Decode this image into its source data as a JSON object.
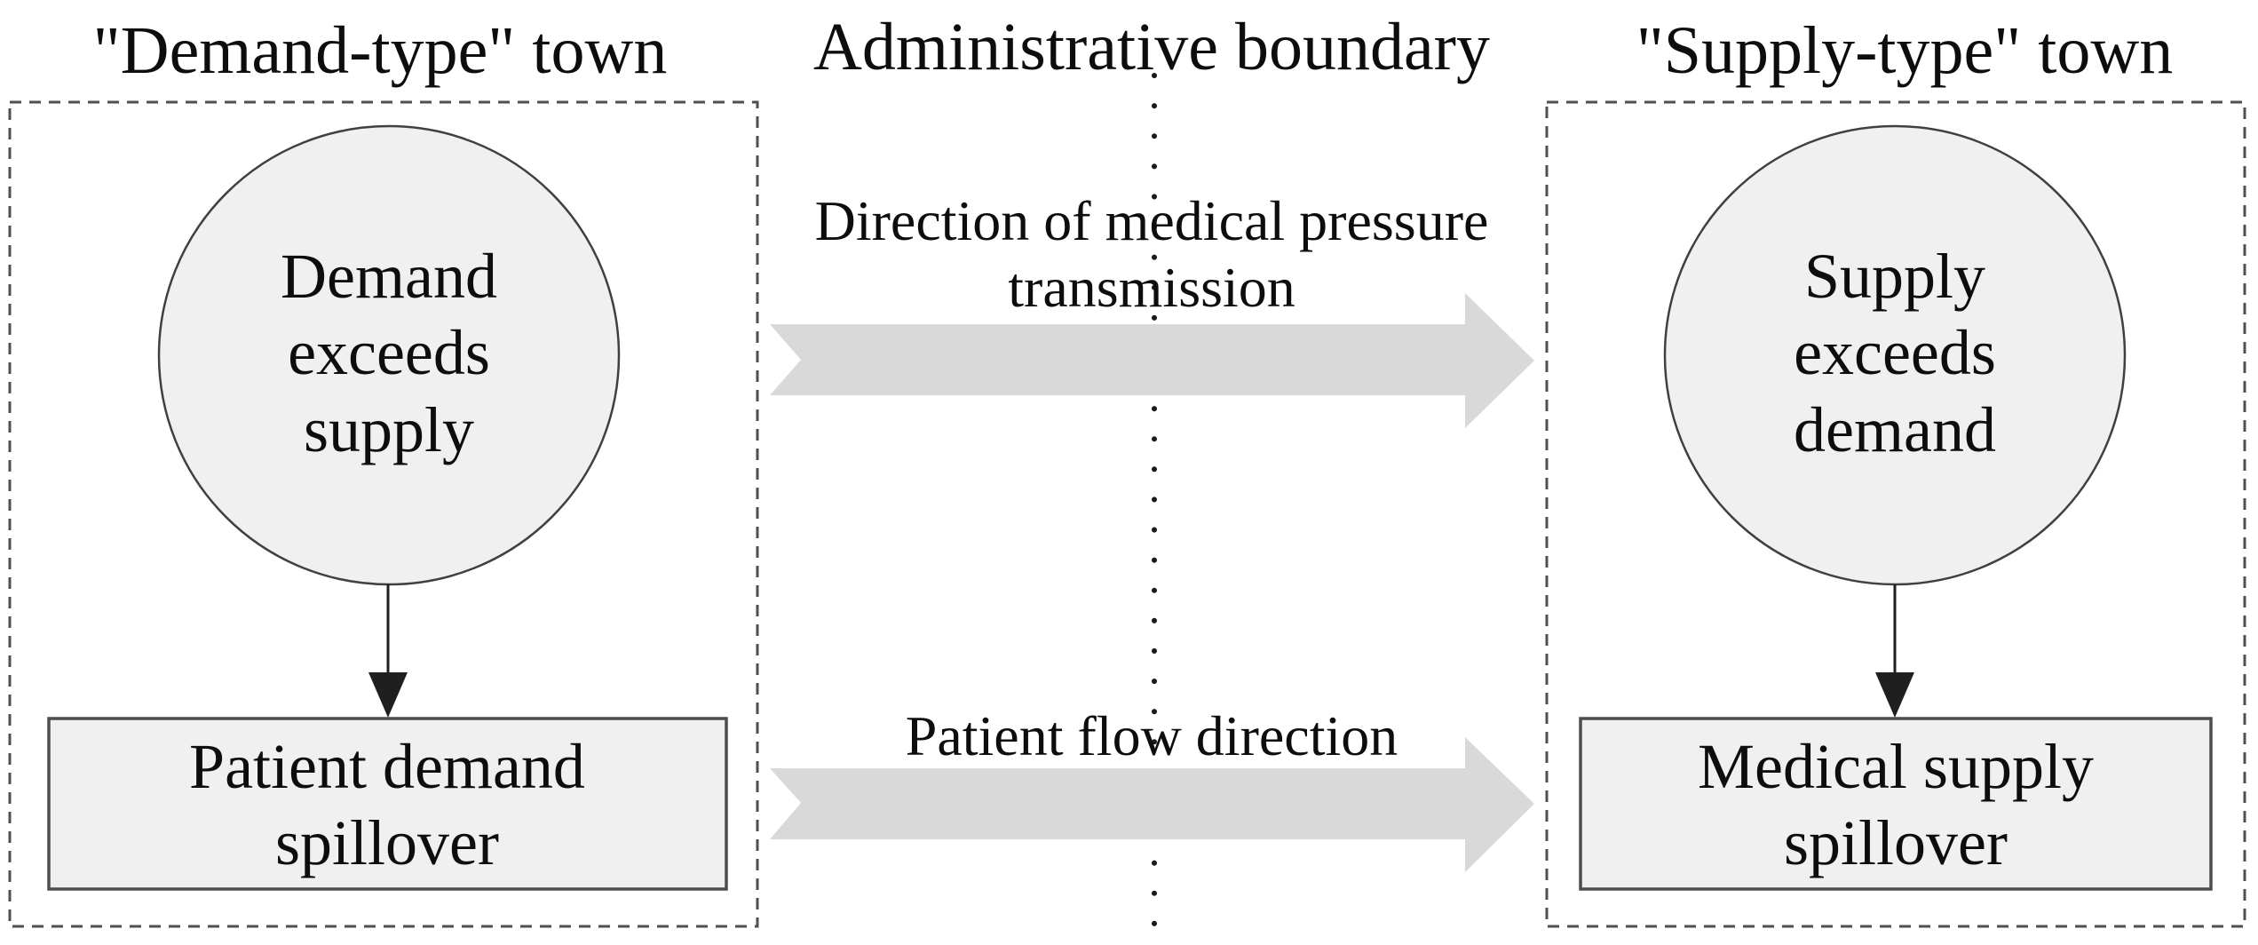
{
  "figure": {
    "left_town": {
      "title": "\"Demand-type\" town",
      "circle_text": "Demand\nexceeds\nsupply",
      "box_text": "Patient demand\nspillover"
    },
    "right_town": {
      "title": "\"Supply-type\" town",
      "circle_text": "Supply\nexceeds\ndemand",
      "box_text": "Medical supply\nspillover"
    },
    "boundary": {
      "label": "Administrative boundary"
    },
    "arrows": {
      "pressure_label": "Direction of medical pressure\ntransmission",
      "flow_label": "Patient flow direction"
    }
  },
  "colors": {
    "node_fill": "#f0f0f0",
    "node_stroke": "#404040",
    "box_stroke": "#4d4d4d",
    "big_arrow_fill": "#d9d9d9",
    "dashed_border": "#4f4f4f",
    "dotted_line": "#1a1a1a",
    "connector": "#1f1f1f",
    "text": "#0d0d0d"
  }
}
